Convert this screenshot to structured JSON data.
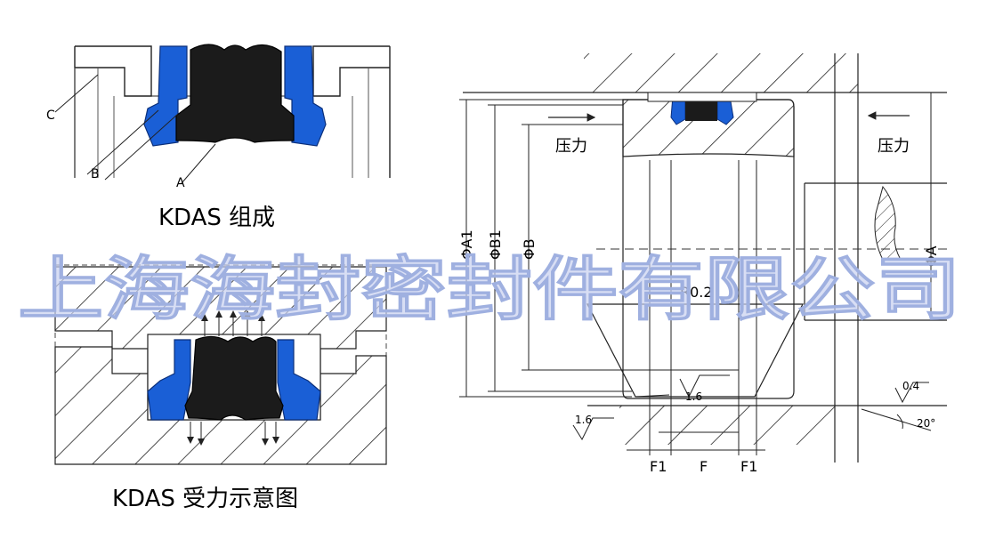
{
  "captions": {
    "composition": "KDAS 组成",
    "force": "KDAS 受力示意图"
  },
  "labels": {
    "c": "C",
    "b": "B",
    "a": "A",
    "pressure_left": "压力",
    "pressure_right": "压力",
    "phi_a1": "ΦA1",
    "phi_b1": "ΦB1",
    "phi_b": "ΦB",
    "phi_a": "ΦA",
    "r": "R0.2",
    "rough_16_a": "1.6",
    "rough_16_b": "1.6",
    "rough_04": "0.4",
    "angle": "20°",
    "f1_left": "F1",
    "f": "F",
    "f1_right": "F1"
  },
  "watermark": "上海海封密封件有限公司",
  "colors": {
    "seal_blue": "#1a5fd6",
    "seal_black": "#1b1b1b",
    "line": "#222222",
    "watermark": "#c7d0f0"
  }
}
